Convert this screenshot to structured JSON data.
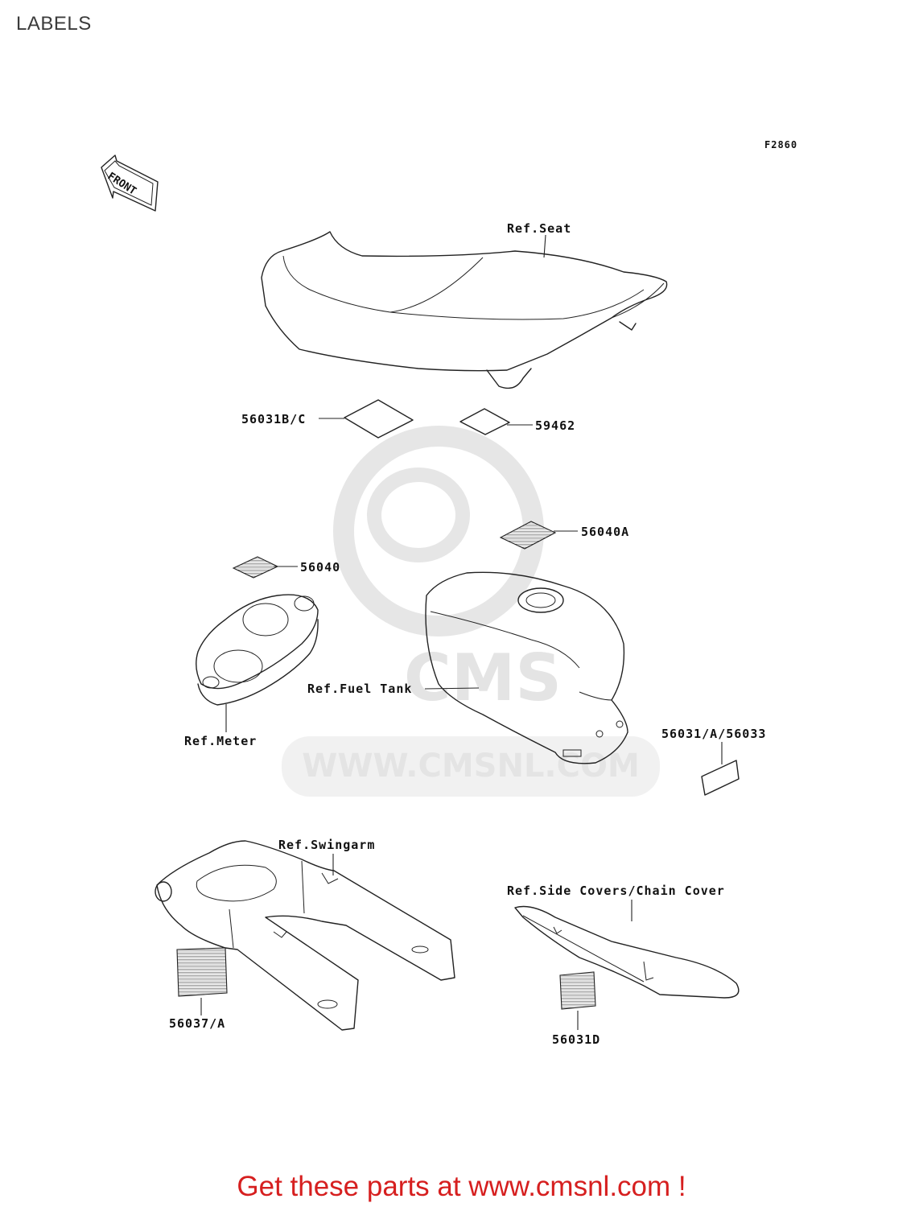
{
  "page": {
    "title": "LABELS",
    "footer_link": "Get these parts at www.cmsnl.com !"
  },
  "diagram": {
    "figure_code": "F2860",
    "direction_tag": "FRONT",
    "watermark": {
      "logo_text": "CMS",
      "url_text": "WWW.CMSNL.COM"
    },
    "reference_parts": {
      "seat": "Ref.Seat",
      "fuel_tank": "Ref.Fuel Tank",
      "meter": "Ref.Meter",
      "swingarm": "Ref.Swingarm",
      "side_covers": "Ref.Side Covers/Chain Cover"
    },
    "label_parts": {
      "p56031bc": "56031B/C",
      "p59462": "59462",
      "p56040a": "56040A",
      "p56040": "56040",
      "p56031a56033": "56031/A/56033",
      "p56037a": "56037/A",
      "p56031d": "56031D"
    }
  }
}
